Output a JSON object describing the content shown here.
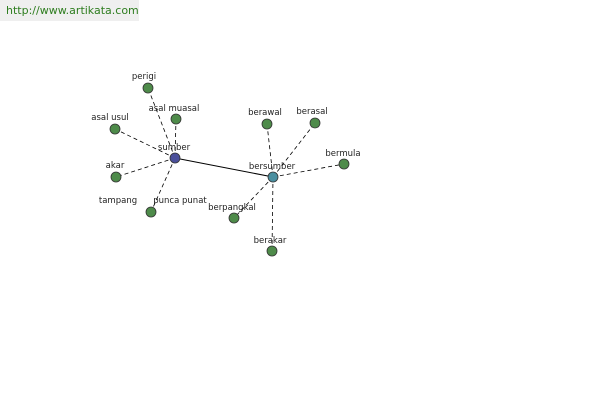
{
  "site_url": "http://www.artikata.com",
  "colors": {
    "leaf": "#4e8b4a",
    "hub_sumber": "#4a4f9a",
    "hub_bersumber": "#4a8fa0",
    "edge": "#000000"
  },
  "hubs": [
    {
      "id": "sumber",
      "label": "sumber"
    },
    {
      "id": "bersumber",
      "label": "bersumber"
    }
  ],
  "hub_link": [
    "sumber",
    "bersumber"
  ],
  "synonyms": {
    "sumber": [
      "perigi",
      "asal muasal",
      "asal usul",
      "akar",
      "tampang",
      "punca punat"
    ],
    "bersumber": [
      "berawal",
      "berasal",
      "bermula",
      "berpangkal",
      "berakar"
    ]
  }
}
